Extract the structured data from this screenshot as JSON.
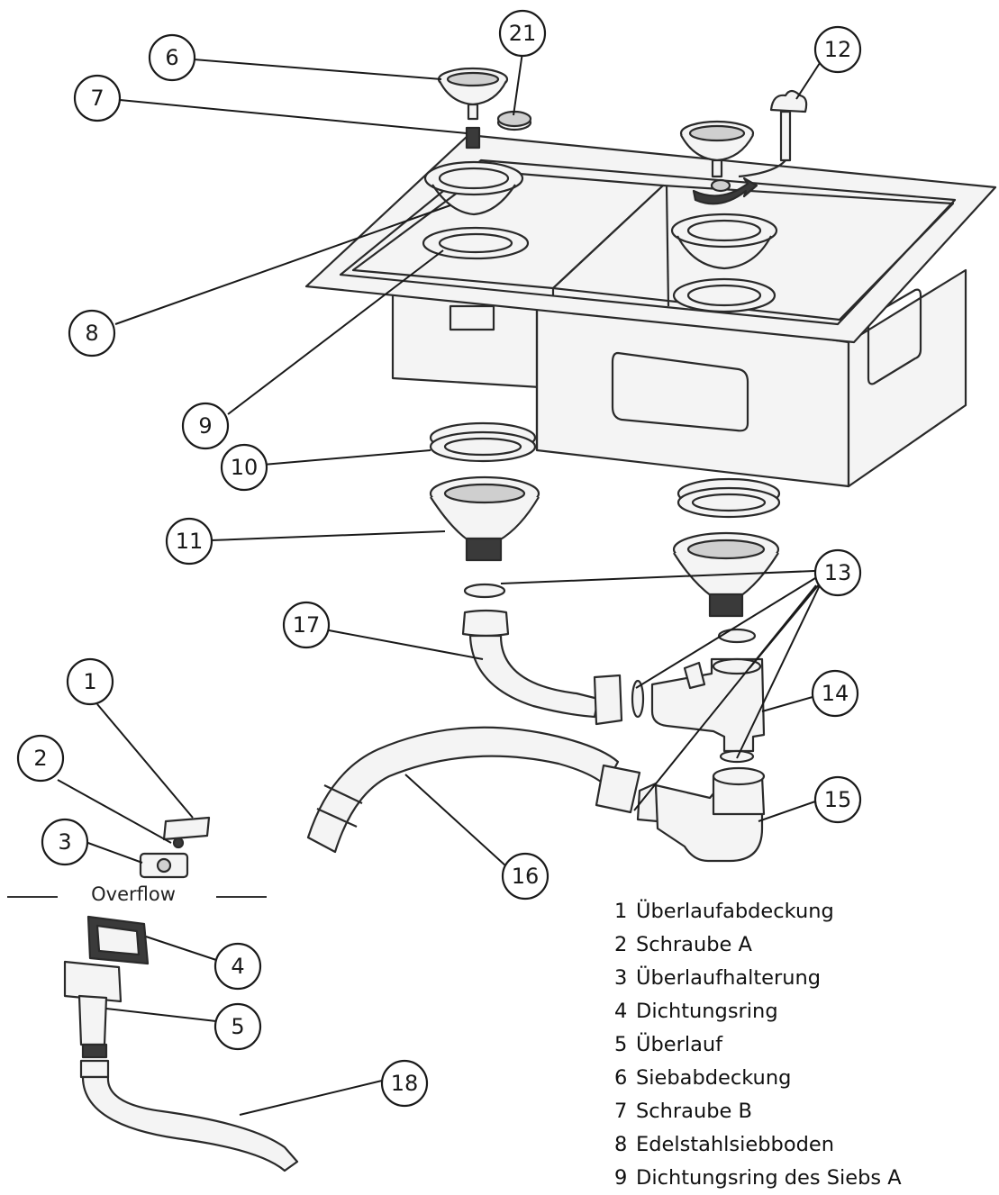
{
  "callouts": [
    "6",
    "21",
    "12",
    "7",
    "8",
    "9",
    "10",
    "11",
    "13",
    "17",
    "14",
    "1",
    "2",
    "3",
    "15",
    "16",
    "4",
    "5",
    "18"
  ],
  "section_label": "Overflow",
  "legend": [
    {
      "num": "1",
      "text": "Überlaufabdeckung"
    },
    {
      "num": "2",
      "text": "Schraube A"
    },
    {
      "num": "3",
      "text": "Überlaufhalterung"
    },
    {
      "num": "4",
      "text": "Dichtungsring"
    },
    {
      "num": "5",
      "text": "Überlauf"
    },
    {
      "num": "6",
      "text": "Siebabdeckung"
    },
    {
      "num": "7",
      "text": "Schraube B"
    },
    {
      "num": "8",
      "text": "Edelstahlsiebboden"
    },
    {
      "num": "9",
      "text": "Dichtungsring des Siebs A"
    }
  ]
}
